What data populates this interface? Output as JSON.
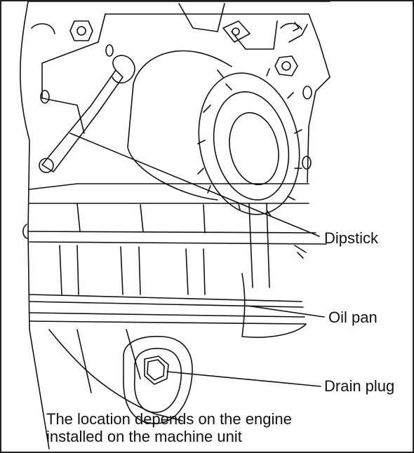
{
  "labels": {
    "dipstick": "Dipstick",
    "oil_pan": "Oil pan",
    "drain_plug": "Drain plug"
  },
  "caption": {
    "line1": "The location depends on the engine",
    "line2": "installed on the machine unit"
  },
  "colors": {
    "line": "#111111",
    "background": "#ffffff",
    "frame": "#222222"
  }
}
